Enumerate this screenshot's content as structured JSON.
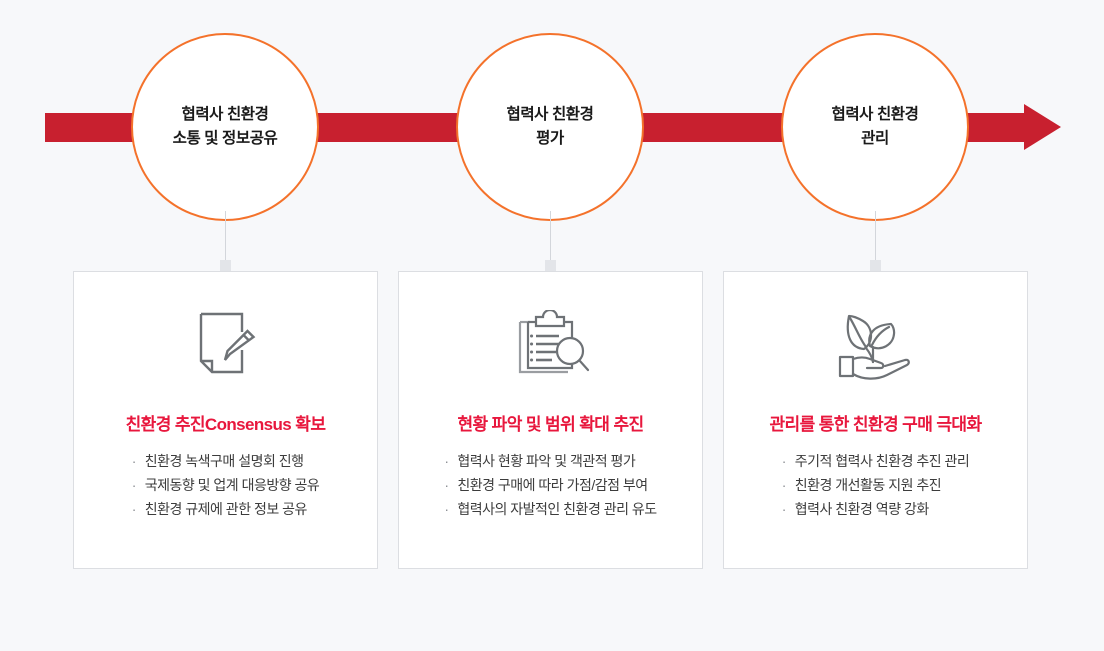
{
  "theme": {
    "page_background": "#f7f8fa",
    "arrow_color": "#c8202f",
    "circle_border_color": "#f4722b",
    "card_title_color": "#e8173d",
    "card_border_color": "#dcdee2",
    "connector_color": "#d3d6db",
    "body_text_color": "#3c3c3c"
  },
  "flow": {
    "steps": [
      {
        "label": "협력사 친환경\n소통 및 정보공유"
      },
      {
        "label": "협력사 친환경\n평가"
      },
      {
        "label": "협력사 친환경\n관리"
      }
    ]
  },
  "cards": [
    {
      "icon": "document-pencil-icon",
      "title": "친환경 추진Consensus 확보",
      "bullet": "·",
      "items": [
        "친환경 녹색구매 설명회 진행",
        "국제동향 및 업계 대응방향 공유",
        "친환경 규제에 관한 정보 공유"
      ]
    },
    {
      "icon": "clipboard-magnifier-icon",
      "title": "현황 파악 및 범위 확대 추진",
      "bullet": "·",
      "items": [
        "협력사 현황 파악 및 객관적 평가",
        "친환경 구매에 따라 가점/감점 부여",
        "협력사의 자발적인 친환경 관리 유도"
      ]
    },
    {
      "icon": "hand-leaves-icon",
      "title": "관리를 통한 친환경 구매 극대화",
      "bullet": "·",
      "items": [
        "주기적 협력사 친환경 추진 관리",
        "친환경 개선활동 지원 추진",
        "협력사 친환경 역량 강화"
      ]
    }
  ]
}
